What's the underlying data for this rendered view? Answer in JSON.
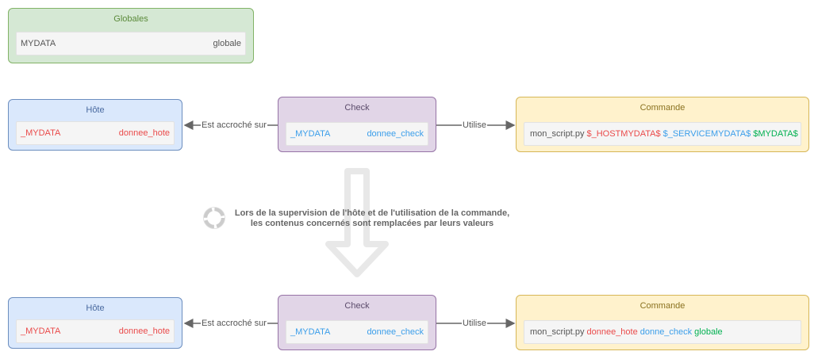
{
  "globales": {
    "title": "Globales",
    "key": "MYDATA",
    "value": "globale"
  },
  "top": {
    "hote": {
      "title": "Hôte",
      "key": "_MYDATA",
      "value": "donnee_hote"
    },
    "check": {
      "title": "Check",
      "key": "_MYDATA",
      "value": "donnee_check"
    },
    "commande": {
      "title": "Commande",
      "cmd": "mon_script.py",
      "arg1": "$_HOSTMYDATA$",
      "arg2": "$_SERVICEMYDATA$",
      "arg3": "$MYDATA$"
    },
    "edge_attached": "Est accroché sur",
    "edge_uses": "Utilise"
  },
  "note": {
    "line1": "Lors de la supervision de l'hôte et de l'utilisation de la commande,",
    "line2": "les contenus concernés sont remplacées par leurs valeurs"
  },
  "bottom": {
    "hote": {
      "title": "Hôte",
      "key": "_MYDATA",
      "value": "donnee_hote"
    },
    "check": {
      "title": "Check",
      "key": "_MYDATA",
      "value": "donnee_check"
    },
    "commande": {
      "title": "Commande",
      "cmd": "mon_script.py",
      "arg1": "donnee_hote",
      "arg2": "donne_check",
      "arg3": "globale"
    },
    "edge_attached": "Est accroché sur",
    "edge_uses": "Utilise"
  },
  "colors": {
    "host_value": "#ea4b4b",
    "check_value": "#3b9eea",
    "global_value": "#00b050"
  },
  "icons": [
    "refresh-cycle-icon",
    "down-arrow-icon"
  ]
}
